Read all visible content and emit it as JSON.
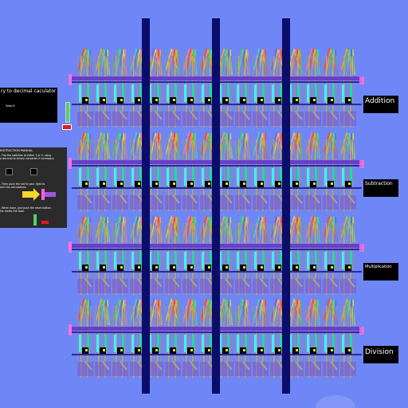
{
  "left_panel": {
    "title": "ry to decimal caculator",
    "total_label": "Total:8"
  },
  "instructions": {
    "heading": "INSTRUCTION MANUAL",
    "step1": ". Flip the switches to either 1 or 0, using",
    "step1b": "a decimal to binary converter if necessary.",
    "step2": ". Then push the rod to your right to",
    "step2b": "orm the calculations.",
    "step3": ". When done, just push the reset button.",
    "step3b": "his resets the total."
  },
  "operations": [
    {
      "label": "Addition"
    },
    {
      "label": "Subtraction"
    },
    {
      "label": "Multiplication"
    },
    {
      "label": "Division"
    }
  ],
  "colors": {
    "background": "#6f86f6",
    "pillar": "#0a0e6a",
    "panel": "#000000",
    "button": "#e31b1b"
  }
}
